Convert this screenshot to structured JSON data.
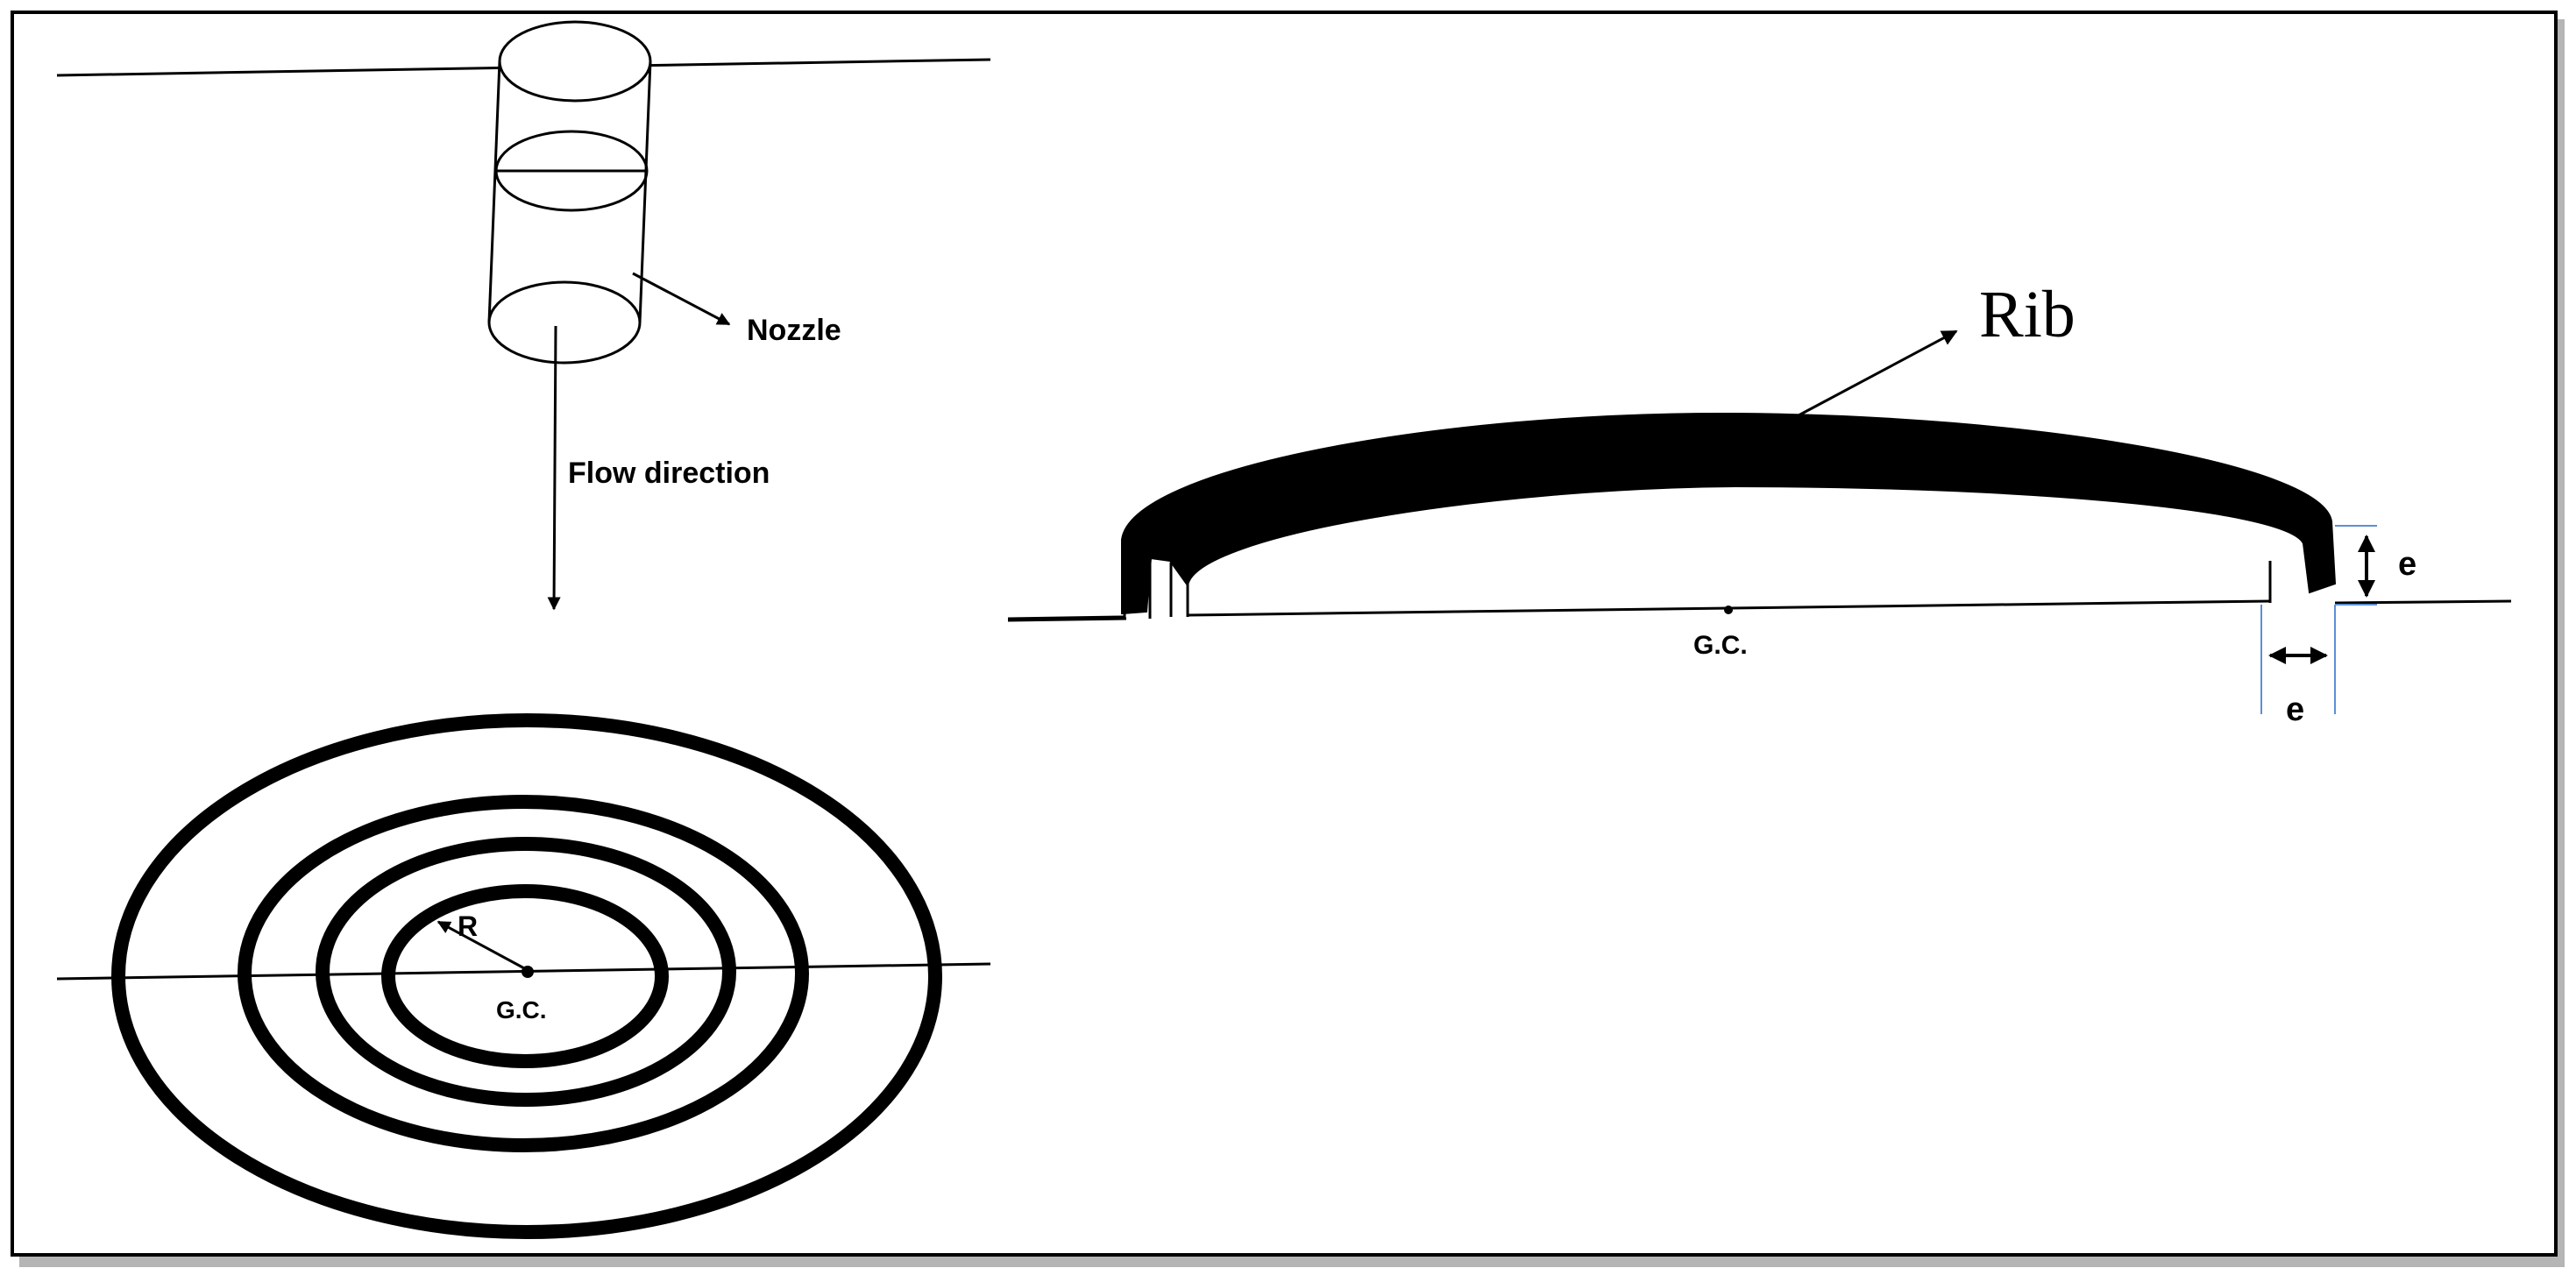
{
  "labels": {
    "nozzle": "Nozzle",
    "flow_direction": "Flow direction",
    "radius": "R",
    "gc_top_view": "G.C.",
    "rib": "Rib",
    "gc_side_view": "G.C.",
    "rib_height": "e",
    "rib_width": "e"
  },
  "colors": {
    "line": "#000000",
    "dimension_guide": "#5b8fd6",
    "frame_shadow": "#b5b5b5"
  }
}
